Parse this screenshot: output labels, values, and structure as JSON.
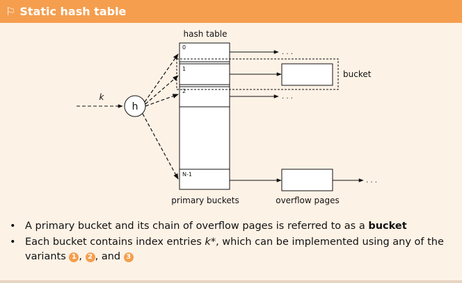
{
  "header": {
    "title": "Static hash table"
  },
  "diagram": {
    "hash_table_label": "hash table",
    "key_label": "k",
    "hash_function_label": "h",
    "slots": [
      "0",
      "1",
      "2",
      "N-1"
    ],
    "bucket_label": "bucket",
    "primary_buckets_label": "primary buckets",
    "overflow_pages_label": "overflow pages",
    "ellipsis": ". . ."
  },
  "bullets": {
    "item1_prefix": "A primary bucket and its chain of overflow pages is referred to as a ",
    "item1_bold": "bucket",
    "item2_part1": "Each bucket contains index entries ",
    "item2_key": "k",
    "item2_part2": "*, which can be implemented using any of the variants ",
    "variant1": "1",
    "sep1": ", ",
    "variant2": "2",
    "sep2": ", and ",
    "variant3": "3"
  },
  "colors": {
    "header_bg": "#f59e4e",
    "page_bg": "#fdf2e6",
    "badge": "#f59e4e"
  }
}
